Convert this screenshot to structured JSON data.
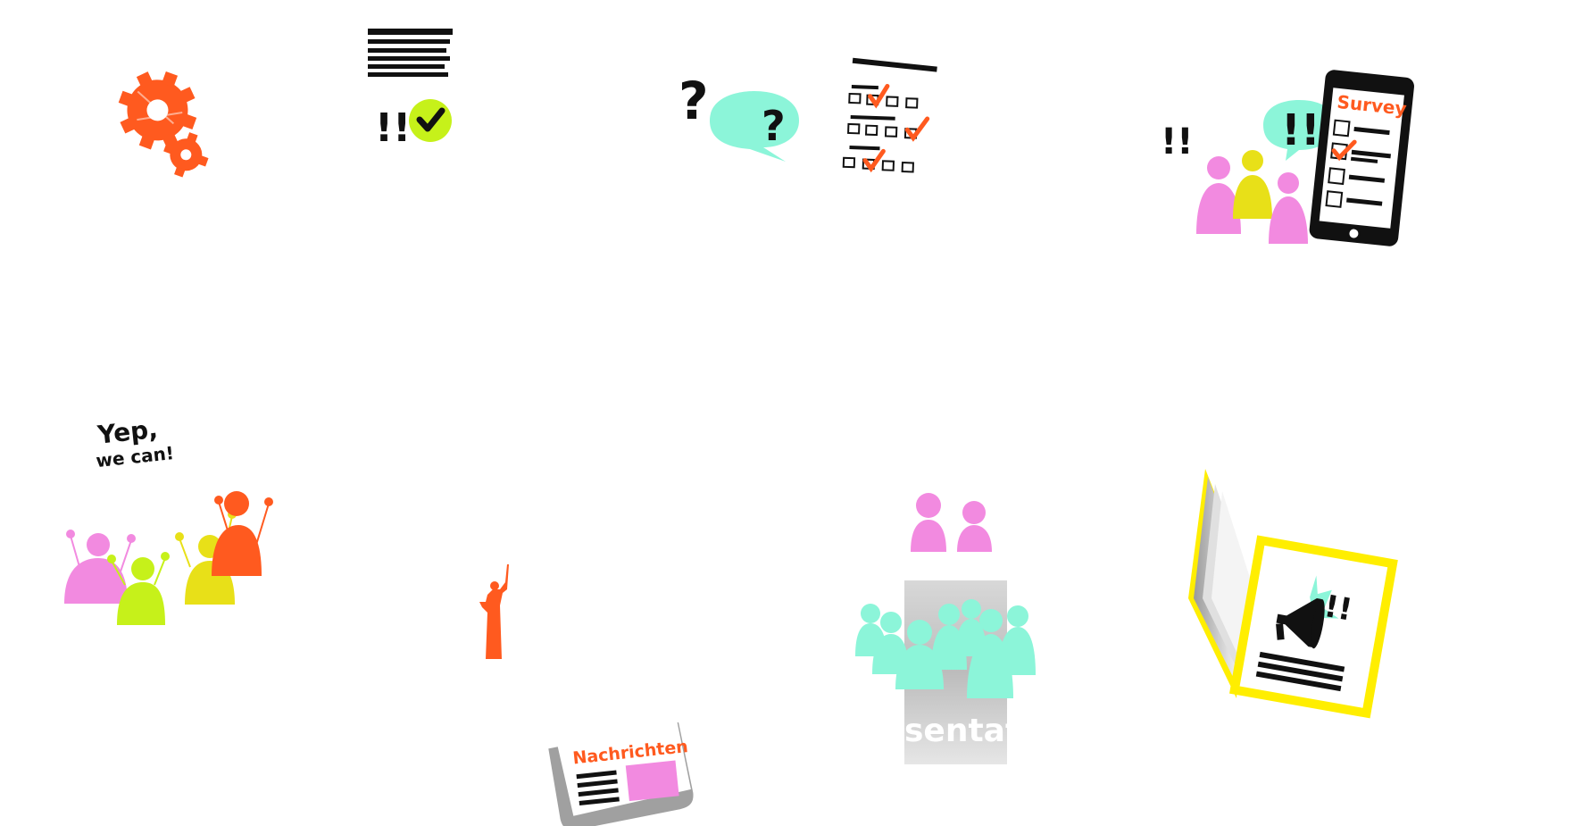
{
  "page": {
    "background": "#ffffff"
  },
  "colors": {
    "orange": "#ff5a1f",
    "pink": "#f28ae0",
    "lime": "#c6f11a",
    "yellow": "#e8e018",
    "mint": "#8cf5d9",
    "black": "#111111",
    "gray": "#b8b8b8",
    "brightYellow": "#ffee00"
  },
  "illustrations": [
    {
      "id": "gears",
      "icon": "gears-icon"
    },
    {
      "id": "document-check",
      "icon": "document-check-icon",
      "marks": "!!"
    },
    {
      "id": "questionnaire",
      "icon": "questionnaire-icon",
      "marks": [
        "?",
        "?"
      ]
    },
    {
      "id": "mobile-survey",
      "icon": "mobile-survey-icon",
      "marks": [
        "!!",
        "!!"
      ],
      "phone_label": "Survey"
    },
    {
      "id": "yep-we-can",
      "icon": "cheering-people-icon",
      "line1": "Yep,",
      "line2": "we can!"
    },
    {
      "id": "speaker-figure",
      "icon": "speaker-figure-icon"
    },
    {
      "id": "newspaper",
      "icon": "newspaper-icon",
      "label": "Nachrichten"
    },
    {
      "id": "presentation-audience",
      "icon": "presentation-audience-icon",
      "banner": "sentat"
    },
    {
      "id": "announcement-book",
      "icon": "megaphone-book-icon",
      "marks": "!!"
    }
  ]
}
